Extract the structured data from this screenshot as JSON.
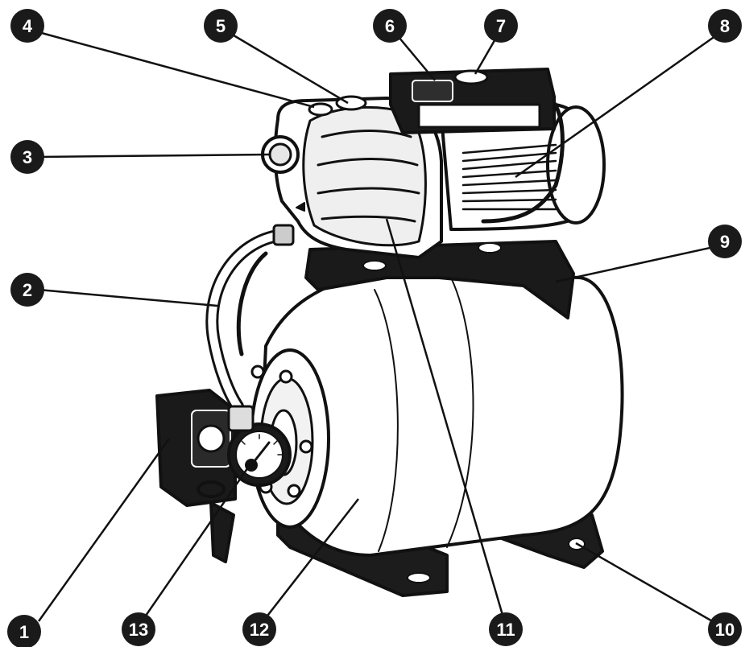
{
  "diagram": {
    "callouts": [
      {
        "num": "1"
      },
      {
        "num": "2"
      },
      {
        "num": "3"
      },
      {
        "num": "4"
      },
      {
        "num": "5"
      },
      {
        "num": "6"
      },
      {
        "num": "7"
      },
      {
        "num": "8"
      },
      {
        "num": "9"
      },
      {
        "num": "10"
      },
      {
        "num": "11"
      },
      {
        "num": "12"
      },
      {
        "num": "13"
      }
    ],
    "colors": {
      "ink": "#111111",
      "paper": "#ffffff",
      "badge": "#1a1a1a",
      "shade": "#dcdcdc"
    }
  }
}
